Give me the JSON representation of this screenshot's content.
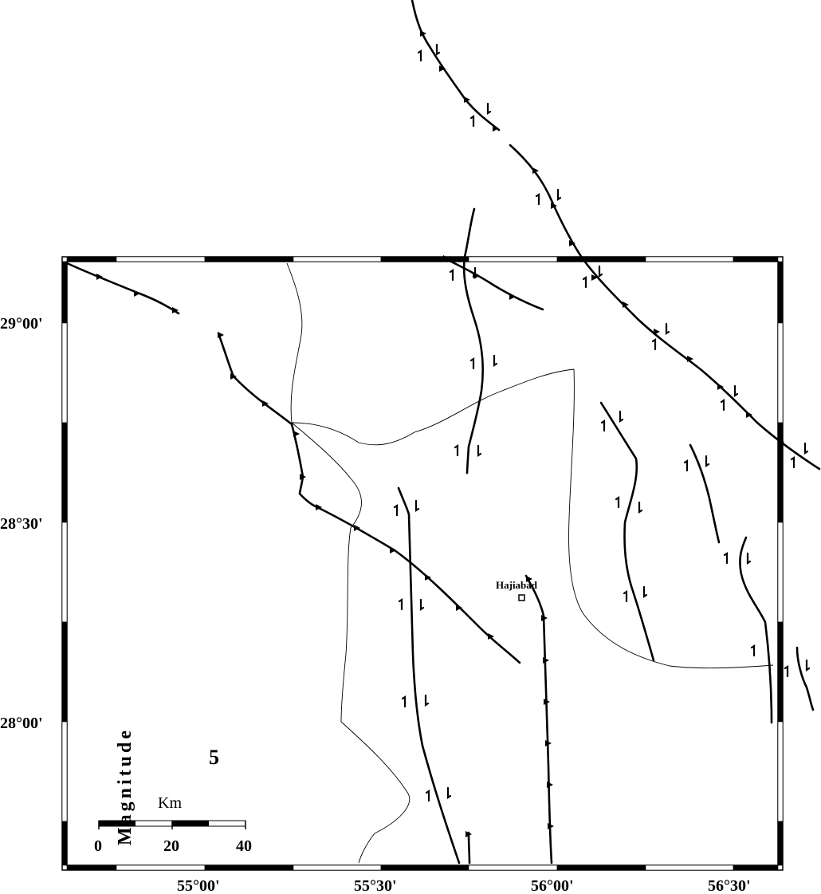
{
  "map": {
    "longitude_labels": [
      "55°00'",
      "55°30'",
      "56°00'",
      "56°30'"
    ],
    "latitude_labels": [
      "29°00'",
      "28°30'",
      "28°00'"
    ],
    "towns": [
      {
        "name": "Hajiabad",
        "symbol": "square-icon"
      }
    ],
    "legend": {
      "title": "Magnitude",
      "value": "5"
    },
    "scale_bar": {
      "unit": "Km",
      "labels": [
        "0",
        "20",
        "40"
      ]
    },
    "colors": {
      "fault": "#000000",
      "border": "#000000",
      "background": "#ffffff"
    }
  }
}
